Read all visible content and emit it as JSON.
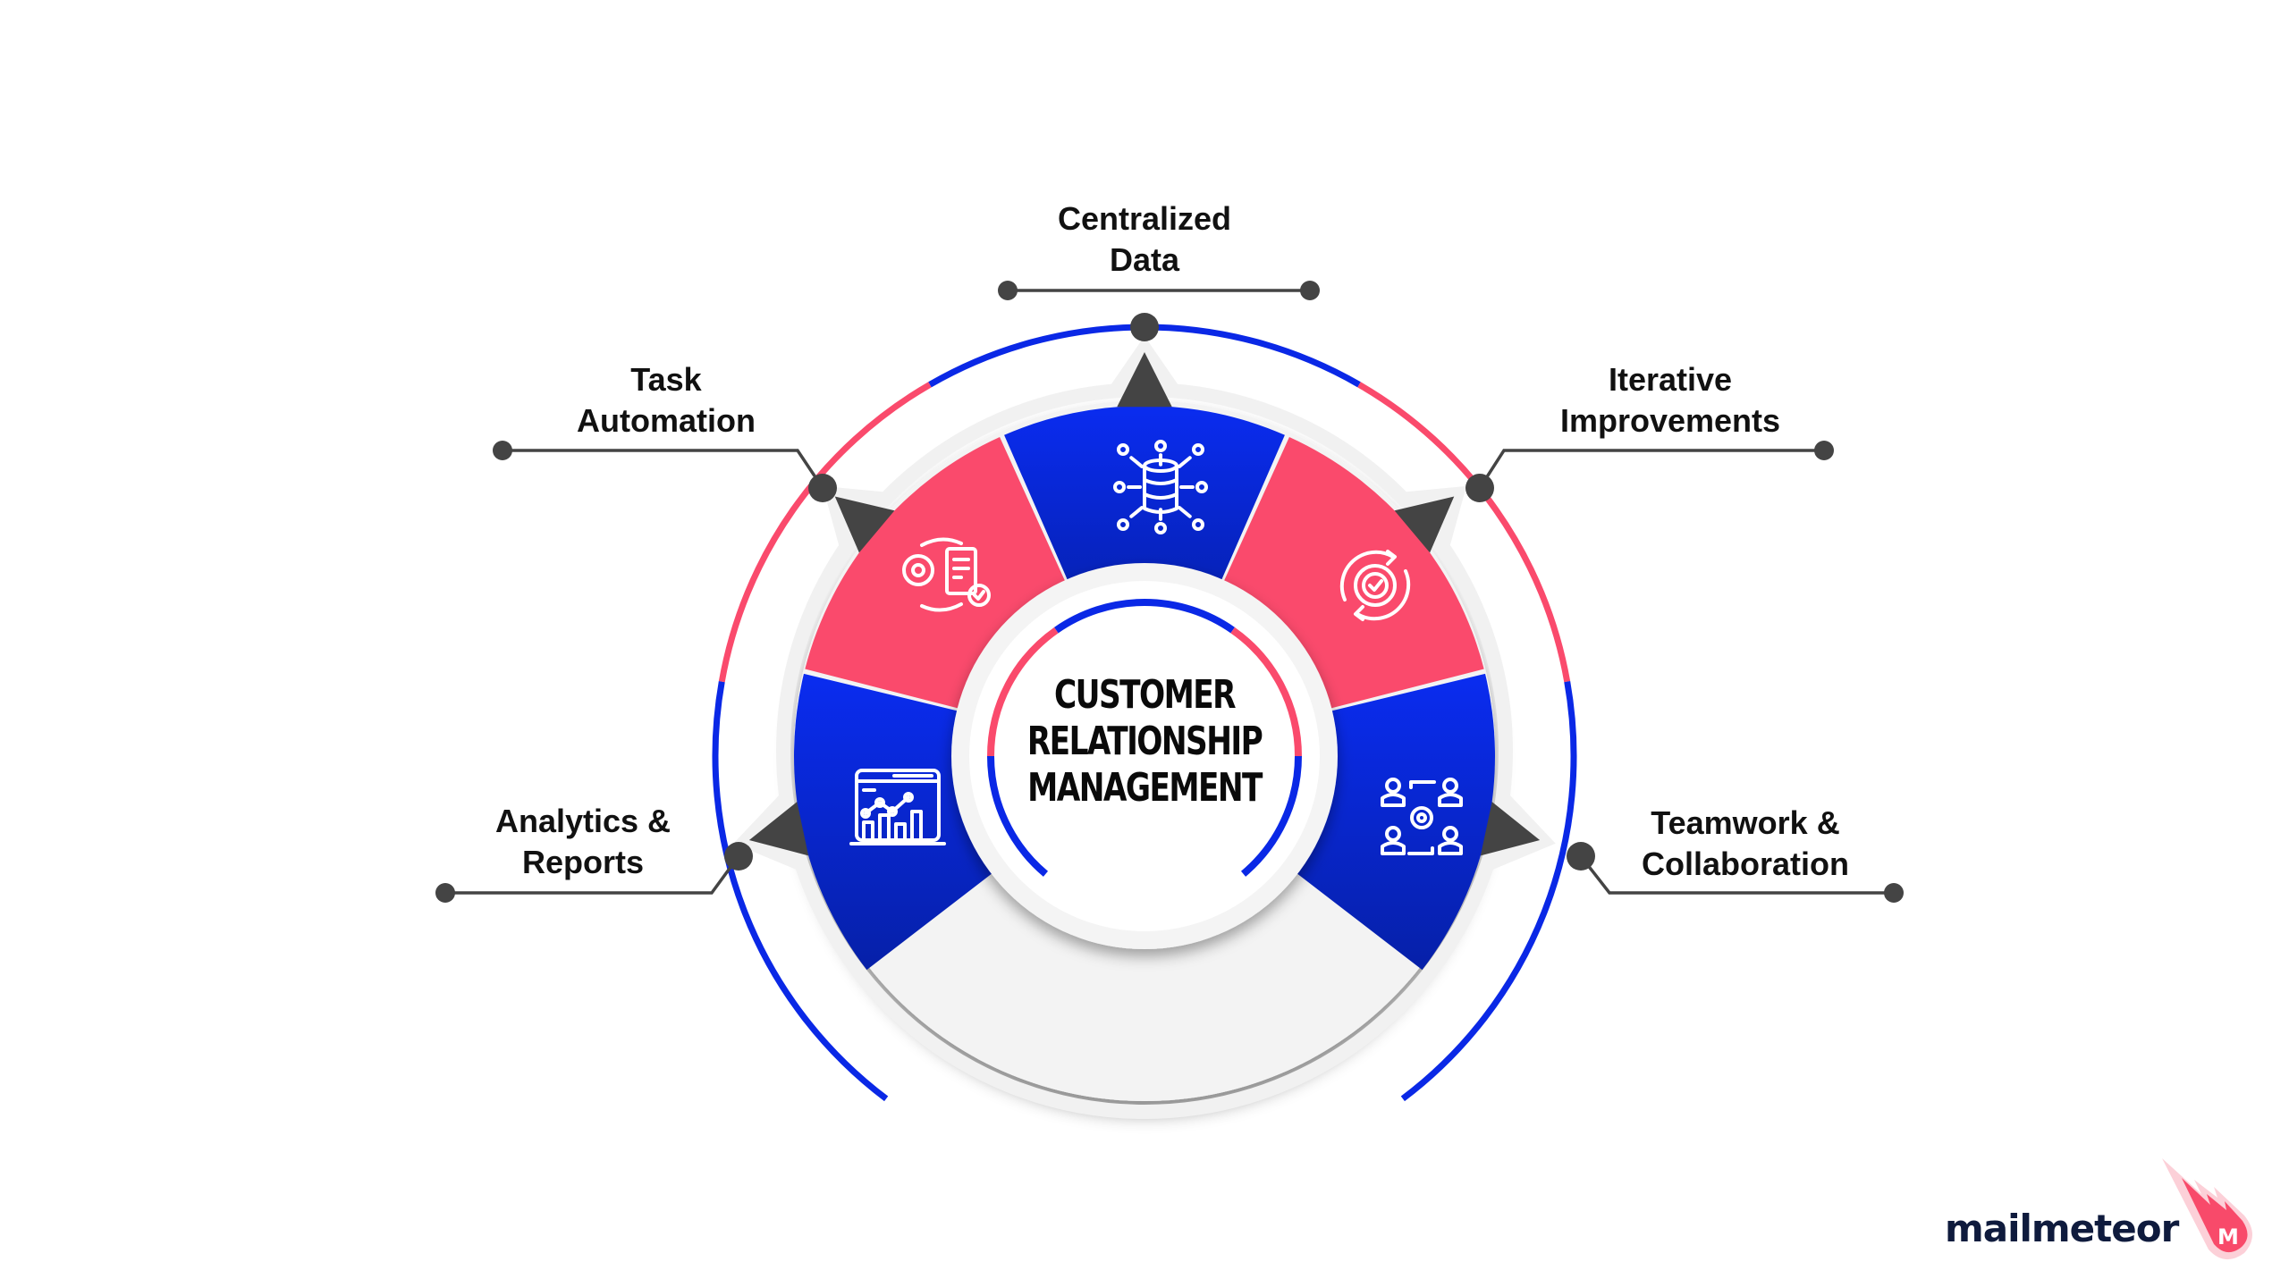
{
  "diagram": {
    "center_title": [
      "CUSTOMER",
      "RELATIONSHIP",
      "MANAGEMENT"
    ],
    "colors": {
      "blue": "#0a28e6",
      "blue_dark": "#0622b0",
      "pink": "#fa4a6c",
      "gray_base": "#f3f3f3",
      "connector": "#444444",
      "text": "#111111"
    },
    "segments": [
      {
        "id": "analytics",
        "label": [
          "Analytics &",
          "Reports"
        ],
        "color": "blue",
        "icon": "analytics-dashboard-icon"
      },
      {
        "id": "task",
        "label": [
          "Task",
          "Automation"
        ],
        "color": "pink",
        "icon": "gear-checklist-icon"
      },
      {
        "id": "centralized",
        "label": [
          "Centralized",
          "Data"
        ],
        "color": "blue",
        "icon": "database-network-icon"
      },
      {
        "id": "iterative",
        "label": [
          "Iterative",
          "Improvements"
        ],
        "color": "pink",
        "icon": "cycle-gear-check-icon"
      },
      {
        "id": "teamwork",
        "label": [
          "Teamwork &",
          "Collaboration"
        ],
        "color": "blue",
        "icon": "team-gear-icon"
      }
    ]
  },
  "brand": {
    "name": "mailmeteor",
    "logo_icon": "meteor-m-logo-icon",
    "logo_letter": "M"
  }
}
